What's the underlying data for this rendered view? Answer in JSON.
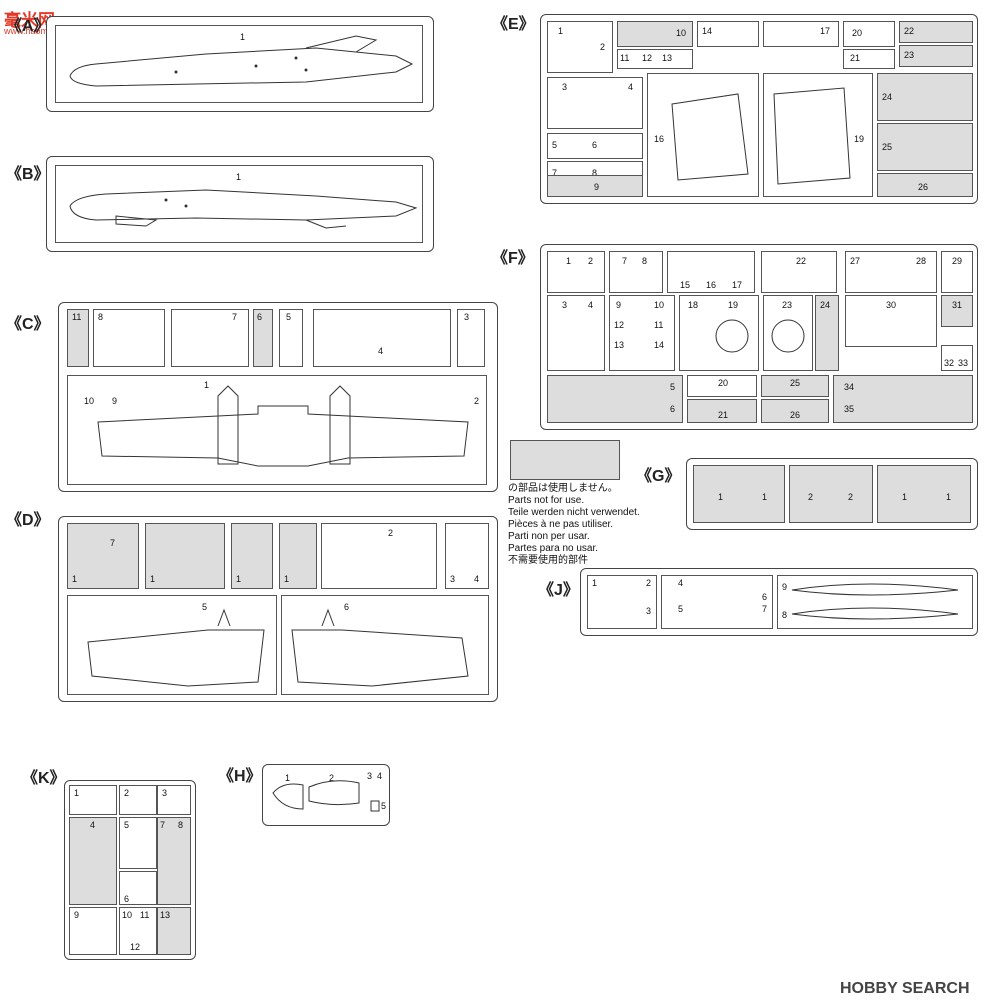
{
  "watermark_top": {
    "title": "毫米网",
    "url": "www.haomi.com"
  },
  "watermark_bottom": "HOBBY SEARCH",
  "sprues": {
    "A": "《A》",
    "B": "《B》",
    "C": "《C》",
    "D": "《D》",
    "E": "《E》",
    "F": "《F》",
    "G": "《G》",
    "H": "《H》",
    "J": "《J》",
    "K": "《K》"
  },
  "parts": {
    "A": [
      "1"
    ],
    "B": [
      "1"
    ],
    "C": [
      "11",
      "8",
      "7",
      "6",
      "5",
      "3",
      "4",
      "10",
      "9",
      "1",
      "2"
    ],
    "D": [
      "7",
      "1",
      "1",
      "1",
      "1",
      "2",
      "3",
      "4",
      "5",
      "6"
    ],
    "E": [
      "1",
      "2",
      "10",
      "14",
      "17",
      "20",
      "22",
      "23",
      "21",
      "11",
      "12",
      "13",
      "3",
      "4",
      "5",
      "6",
      "7",
      "8",
      "9",
      "16",
      "19",
      "24",
      "25",
      "26"
    ],
    "F": [
      "1",
      "2",
      "7",
      "8",
      "15",
      "16",
      "17",
      "22",
      "27",
      "28",
      "29",
      "3",
      "4",
      "9",
      "10",
      "12",
      "11",
      "13",
      "14",
      "18",
      "19",
      "23",
      "24",
      "30",
      "31",
      "32",
      "33",
      "5",
      "6",
      "20",
      "21",
      "25",
      "26",
      "34",
      "35"
    ],
    "G": [
      "1",
      "1",
      "2",
      "2",
      "1",
      "1"
    ],
    "J": [
      "1",
      "2",
      "4",
      "3",
      "5",
      "6",
      "7",
      "9",
      "8"
    ],
    "H": [
      "1",
      "2",
      "3",
      "4",
      "5"
    ],
    "K": [
      "1",
      "2",
      "3",
      "4",
      "5",
      "7",
      "8",
      "6",
      "9",
      "10",
      "11",
      "12",
      "13"
    ]
  },
  "not_used_legend": [
    "の部品は使用しません。",
    "Parts not for use.",
    "Teile werden nicht verwendet.",
    "Pièces à ne pas utiliser.",
    "Parti non per usar.",
    "Partes para no usar.",
    "不需要使用的部件"
  ]
}
